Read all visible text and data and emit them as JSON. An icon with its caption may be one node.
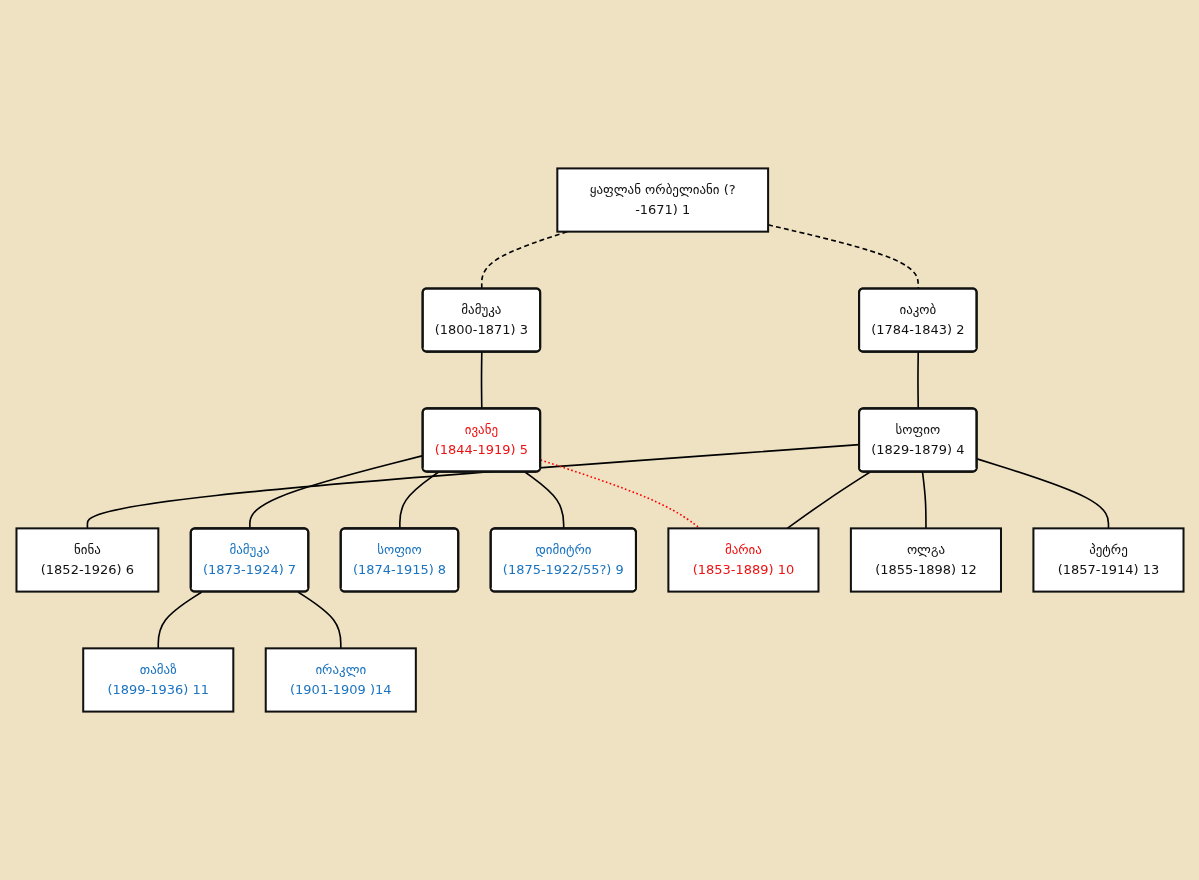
{
  "diagram": {
    "nodes": [
      {
        "text": [
          "ყაფლან ორბელიანი (?-1671) 1"
        ]
      },
      {
        "text": [
          "იაკობ",
          "(1784-1843) 2"
        ]
      },
      {
        "text": [
          "მამუკა",
          "(1800-1871) 3"
        ]
      },
      {
        "text": [
          "სოფიო",
          "(1829-1879) 4"
        ]
      },
      {
        "text": [
          "ივანე",
          "(1844-1919) 5"
        ]
      },
      {
        "text": [
          "ნინა",
          "(1852-1926) 6"
        ]
      },
      {
        "text": [
          "მამუკა",
          "(1873-1924) 7"
        ]
      },
      {
        "text": [
          "სოფიო",
          "(1874-1915) 8"
        ]
      },
      {
        "text": [
          "დიმიტრი",
          "(1875-1922/55?) 9"
        ]
      },
      {
        "text": [
          "მარია",
          "(1853-1889) 10"
        ]
      },
      {
        "text": [
          "თამაზ",
          "(1899-1936) 11"
        ]
      },
      {
        "text": [
          "ოლგა",
          "(1855-1898) 12"
        ]
      },
      {
        "text": [
          "ირაკლი",
          "(1901-1909 )14"
        ]
      },
      {
        "text": [
          "პეტრე",
          "(1857-1914) 13"
        ]
      }
    ],
    "edges": [
      {
        "from": 0,
        "to": 1,
        "arrow": "none",
        "style": "dashed"
      },
      {
        "from": 0,
        "to": 2,
        "arrow": "none",
        "style": "dashed"
      },
      {
        "from": 1,
        "to": 3,
        "arrow": "none"
      },
      {
        "from": 2,
        "to": 4,
        "arrow": "none"
      },
      {
        "from": 3,
        "to": 5,
        "arrow": "none"
      },
      {
        "from": 3,
        "to": 9,
        "arrow": "none"
      },
      {
        "from": 3,
        "to": 11,
        "arrow": "none"
      },
      {
        "from": 3,
        "to": 13,
        "arrow": "none"
      },
      {
        "from": 4,
        "to": 6,
        "arrow": "none"
      },
      {
        "from": 4,
        "to": 7,
        "arrow": "none"
      },
      {
        "from": 4,
        "to": 8,
        "arrow": "none"
      },
      {
        "from": 6,
        "to": 10,
        "arrow": "none"
      },
      {
        "from": 6,
        "to": 12,
        "arrow": "none"
      },
      {
        "from": 4,
        "to": 9,
        "arrow": "none",
        "style": "dashed",
        "color": "#ff0000"
      }
    ]
  }
}
